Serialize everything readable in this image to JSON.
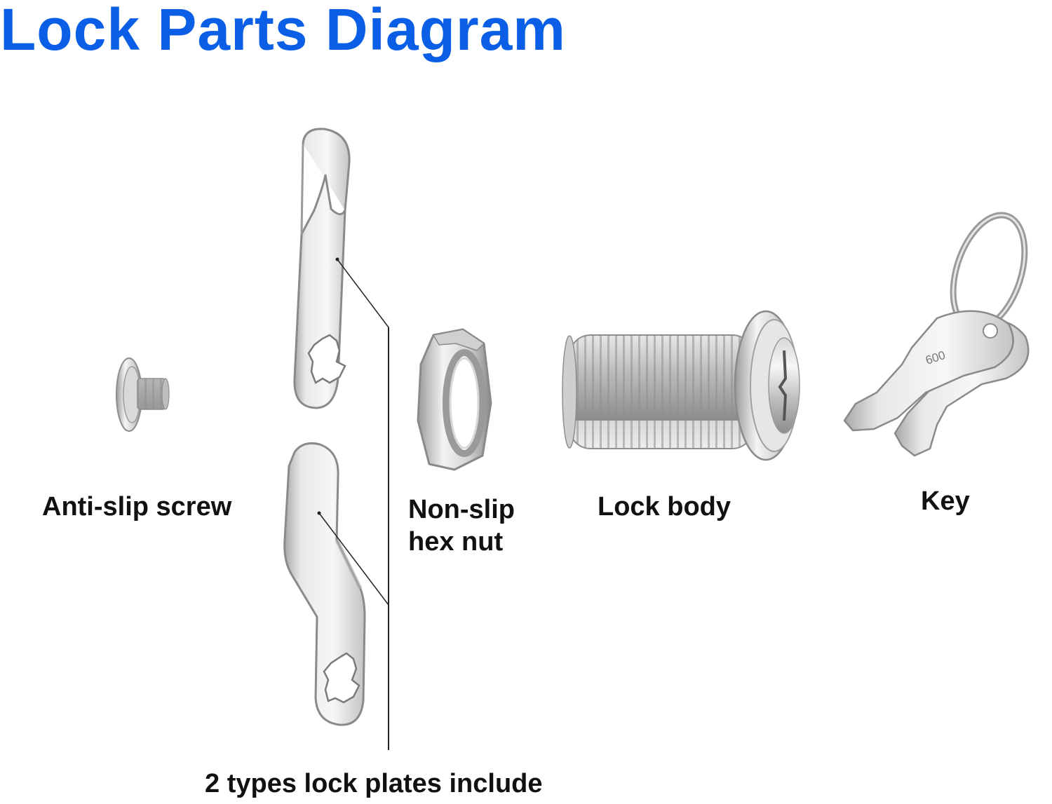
{
  "title": "Lock Parts Diagram",
  "colors": {
    "title": "#0a5fe6",
    "label": "#111111",
    "metal_light": "#f2f2f2",
    "metal_mid": "#c9c9c9",
    "metal_dark": "#8e8e8e",
    "leader_line": "#222222"
  },
  "labels": {
    "screw": "Anti-slip screw",
    "nut_line1": "Non-slip",
    "nut_line2": "hex nut",
    "body": "Lock body",
    "key": "Key",
    "plates": "2 types lock plates include"
  },
  "key_engraving": "600"
}
